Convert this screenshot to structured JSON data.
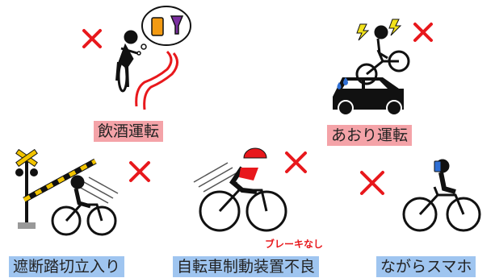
{
  "labels": {
    "drunk_driving": "飲酒運転",
    "road_rage": "あおり運転",
    "railroad_crossing": "遮断踏切立入り",
    "brake_defect": "自転車制動装置不良",
    "smartphone": "ながらスマホ"
  },
  "notes": {
    "no_brake": "ブレーキなし"
  },
  "colors": {
    "red_x": "#e8181c",
    "pink_label": "#f4a3a8",
    "blue_label": "#9fc5f0",
    "helmet": "#e8181c",
    "skid_mark": "#e8181c",
    "drink_orange": "#f39a12",
    "drink_purple": "#7b2fa0",
    "lightning": "#f2e21a",
    "crossing_bar": "#f2c400"
  }
}
